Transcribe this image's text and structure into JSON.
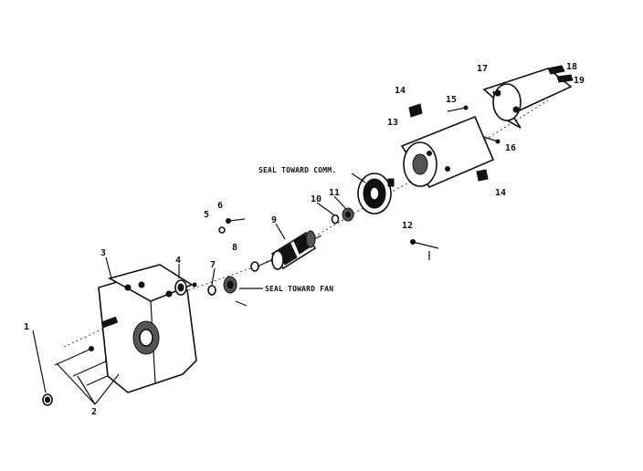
{
  "diagram": {
    "callouts": [
      "1",
      "2",
      "3",
      "4",
      "5",
      "6",
      "7",
      "8",
      "9",
      "10",
      "11",
      "12",
      "13",
      "14",
      "15",
      "16",
      "17",
      "18",
      "19",
      "14"
    ],
    "annotations": {
      "seal_toward_comm": "SEAL TOWARD COMM.",
      "seal_toward_fan": "SEAL TOWARD FAN"
    }
  }
}
